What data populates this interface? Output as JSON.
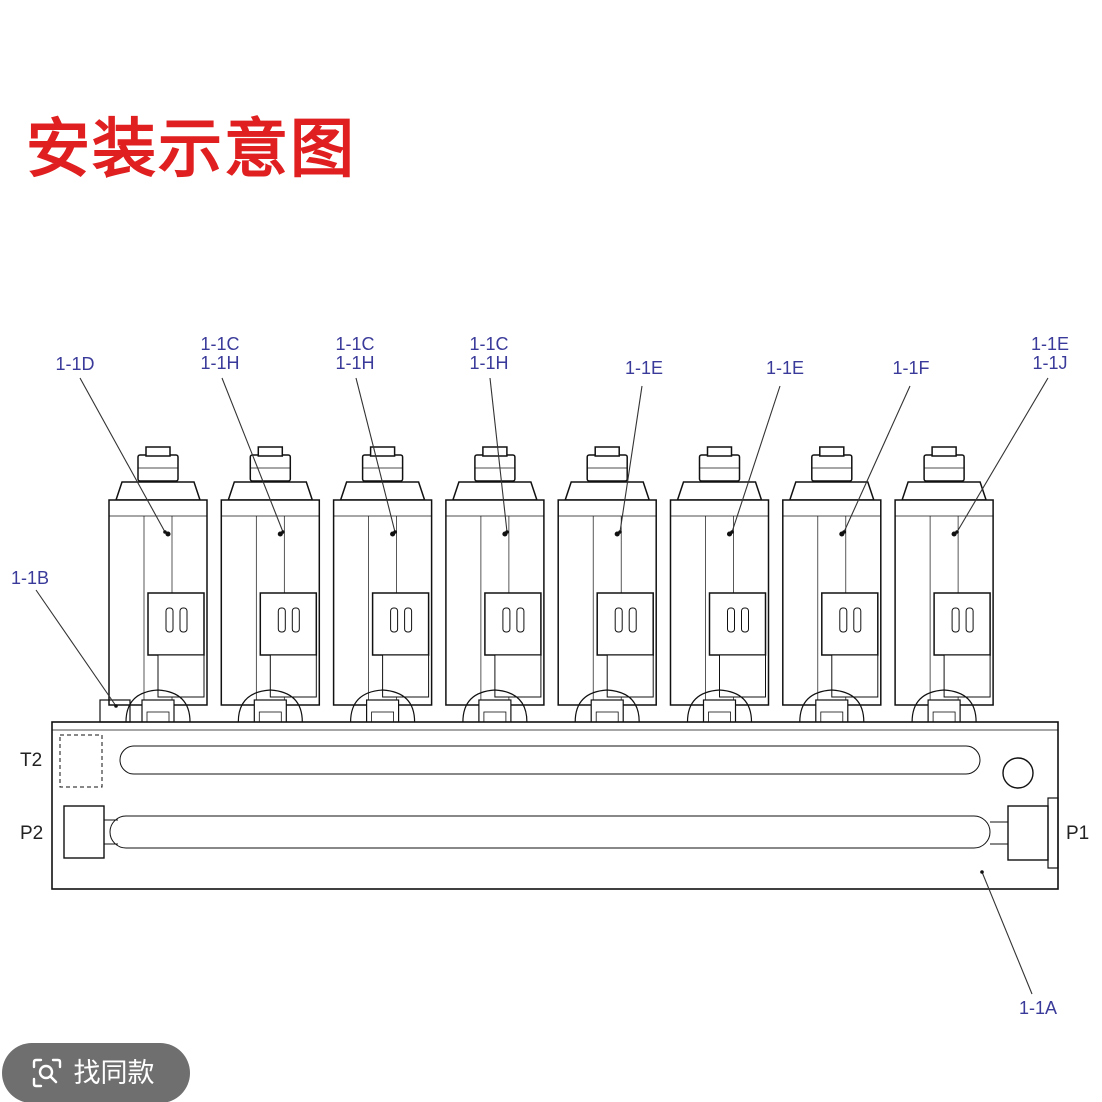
{
  "title": {
    "text": "安装示意图",
    "color": "#e02020"
  },
  "callout_color": "#3a3a9a",
  "labels": [
    {
      "id": "1d",
      "lines": [
        "1-1D"
      ]
    },
    {
      "id": "ch1",
      "lines": [
        "1-1C",
        "1-1H"
      ]
    },
    {
      "id": "ch2",
      "lines": [
        "1-1C",
        "1-1H"
      ]
    },
    {
      "id": "ch3",
      "lines": [
        "1-1C",
        "1-1H"
      ]
    },
    {
      "id": "e1",
      "lines": [
        "1-1E"
      ]
    },
    {
      "id": "e2",
      "lines": [
        "1-1E"
      ]
    },
    {
      "id": "f",
      "lines": [
        "1-1F"
      ]
    },
    {
      "id": "ej",
      "lines": [
        "1-1E",
        "1-1J"
      ]
    },
    {
      "id": "b",
      "lines": [
        "1-1B"
      ]
    },
    {
      "id": "a",
      "lines": [
        "1-1A"
      ]
    }
  ],
  "ports": {
    "t2": "T2",
    "p2": "P2",
    "p1": "P1"
  },
  "valve_count": 8,
  "search_button": {
    "label": "找同款",
    "icon": "image-search-icon"
  }
}
